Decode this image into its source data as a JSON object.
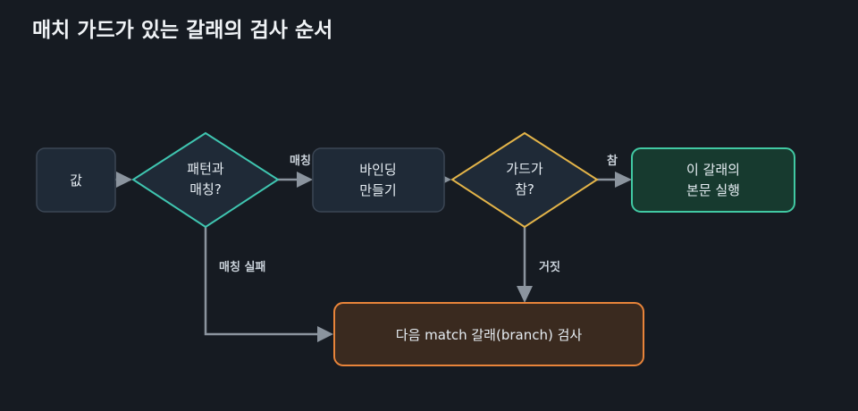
{
  "title": "매치 가드가 있는 갈래의 검사 순서",
  "nodes": {
    "value": {
      "lines": [
        "값"
      ]
    },
    "pattern_match": {
      "lines": [
        "패턴과",
        "매칭?"
      ]
    },
    "make_binding": {
      "lines": [
        "바인딩",
        "만들기"
      ]
    },
    "guard_true": {
      "lines": [
        "가드가",
        "참?"
      ]
    },
    "run_body": {
      "lines": [
        "이 갈래의",
        "본문 실행"
      ]
    },
    "next_branch": {
      "lines": [
        "다음 match 갈래(branch) 검사"
      ]
    }
  },
  "edges": {
    "match": "매칭",
    "match_fail": "매칭 실패",
    "true": "참",
    "false": "거짓"
  },
  "colors": {
    "background": "#161b22",
    "node_fill": "#1f2a37",
    "node_stroke": "#3b4654",
    "decision_pattern_stroke": "#3fc5b0",
    "decision_guard_stroke": "#e3b449",
    "success_fill": "#173a2f",
    "success_stroke": "#41c9a3",
    "next_fill": "#3a2a1f",
    "next_stroke": "#e8843a",
    "arrow": "#8b949e"
  }
}
